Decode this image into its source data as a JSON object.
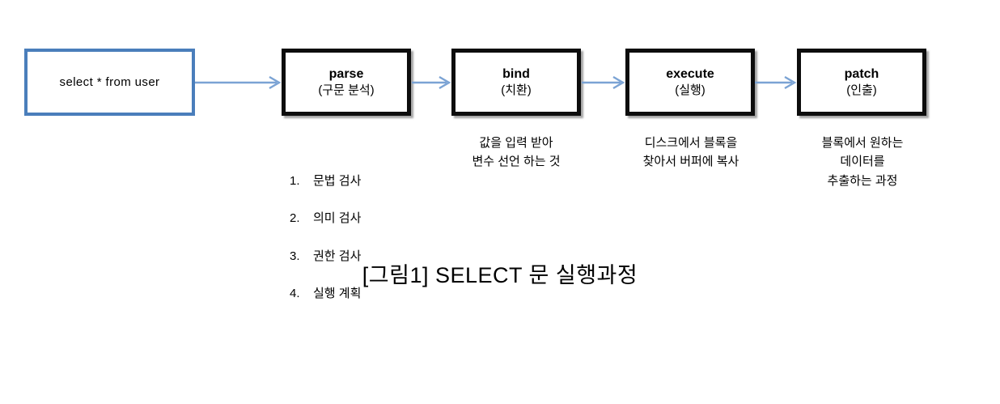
{
  "diagram": {
    "query_box": {
      "text": "select * from user",
      "border_color": "#4a7ebb"
    },
    "arrow_color": "#7ba3d4",
    "box_border_color": "#0d0d0d",
    "stages": [
      {
        "name_en": "parse",
        "name_ko": "(구문 분석)",
        "description_type": "ordered-list",
        "items": [
          {
            "num": "1.",
            "label": "문법 검사"
          },
          {
            "num": "2.",
            "label": "의미 검사"
          },
          {
            "num": "3.",
            "label": "권한 검사"
          },
          {
            "num": "4.",
            "label": "실행 계획"
          }
        ]
      },
      {
        "name_en": "bind",
        "name_ko": "(치환)",
        "description_type": "text",
        "description": "값을 입력 받아\n변수 선언 하는 것"
      },
      {
        "name_en": "execute",
        "name_ko": "(실행)",
        "description_type": "text",
        "description": "디스크에서 블록을\n찾아서 버퍼에 복사"
      },
      {
        "name_en": "patch",
        "name_ko": "(인출)",
        "description_type": "text",
        "description": "블록에서 원하는\n데이터를\n추출하는 과정"
      }
    ]
  },
  "caption": "[그림1] SELECT 문 실행과정"
}
